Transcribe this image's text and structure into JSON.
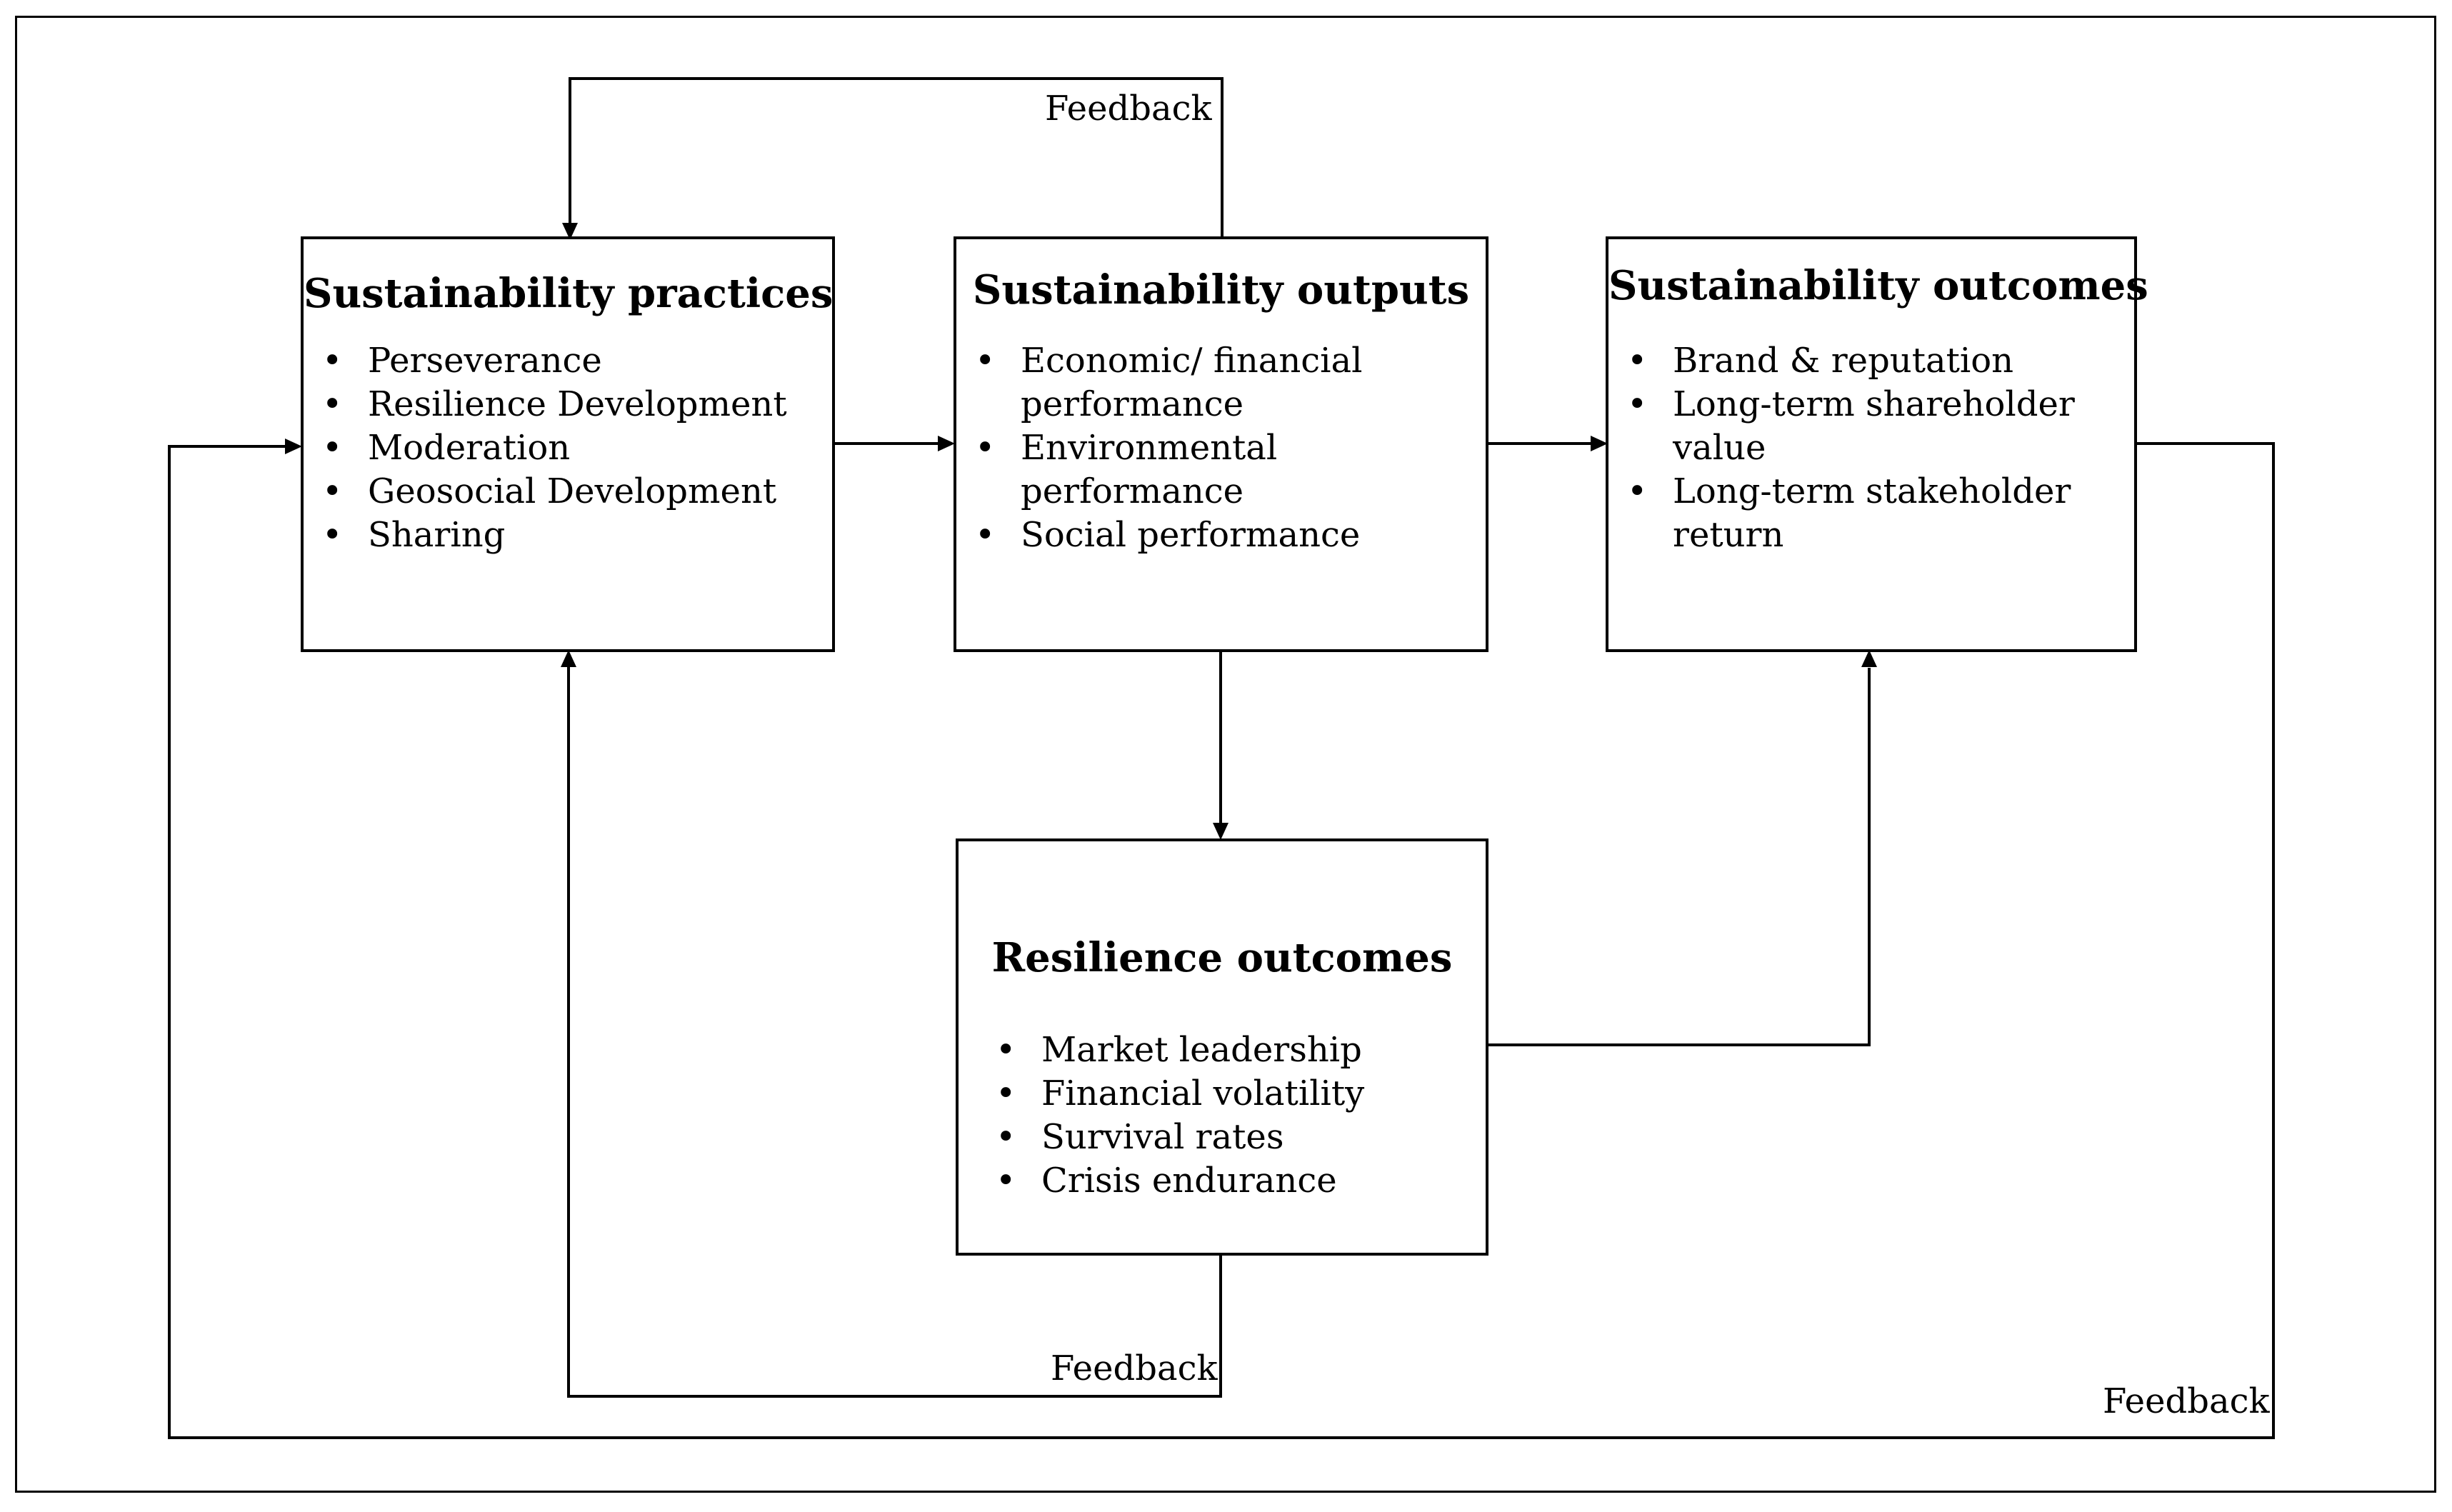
{
  "boxes": {
    "practices": {
      "title": "Sustainability practices",
      "items": [
        "Perseverance",
        "Resilience  Development",
        "Moderation",
        "Geosocial  Development",
        "Sharing"
      ]
    },
    "outputs": {
      "title": "Sustainability outputs",
      "items": [
        "Economic/ financial",
        "performance",
        "Environmental",
        "performance",
        "Social performance"
      ]
    },
    "outcomes": {
      "title": "Sustainability outcomes",
      "items": [
        "Brand & reputation",
        "Long-term shareholder",
        "value",
        "Long-term stakeholder",
        "return"
      ]
    },
    "resilience": {
      "title": "Resilience outcomes",
      "items": [
        "Market leadership",
        "Financial  volatility",
        "Survival  rates",
        "Crisis  endurance"
      ]
    }
  },
  "feedback_labels": {
    "top": "Feedback",
    "bottom_inner": "Feedback",
    "bottom_outer": "Feedback"
  }
}
